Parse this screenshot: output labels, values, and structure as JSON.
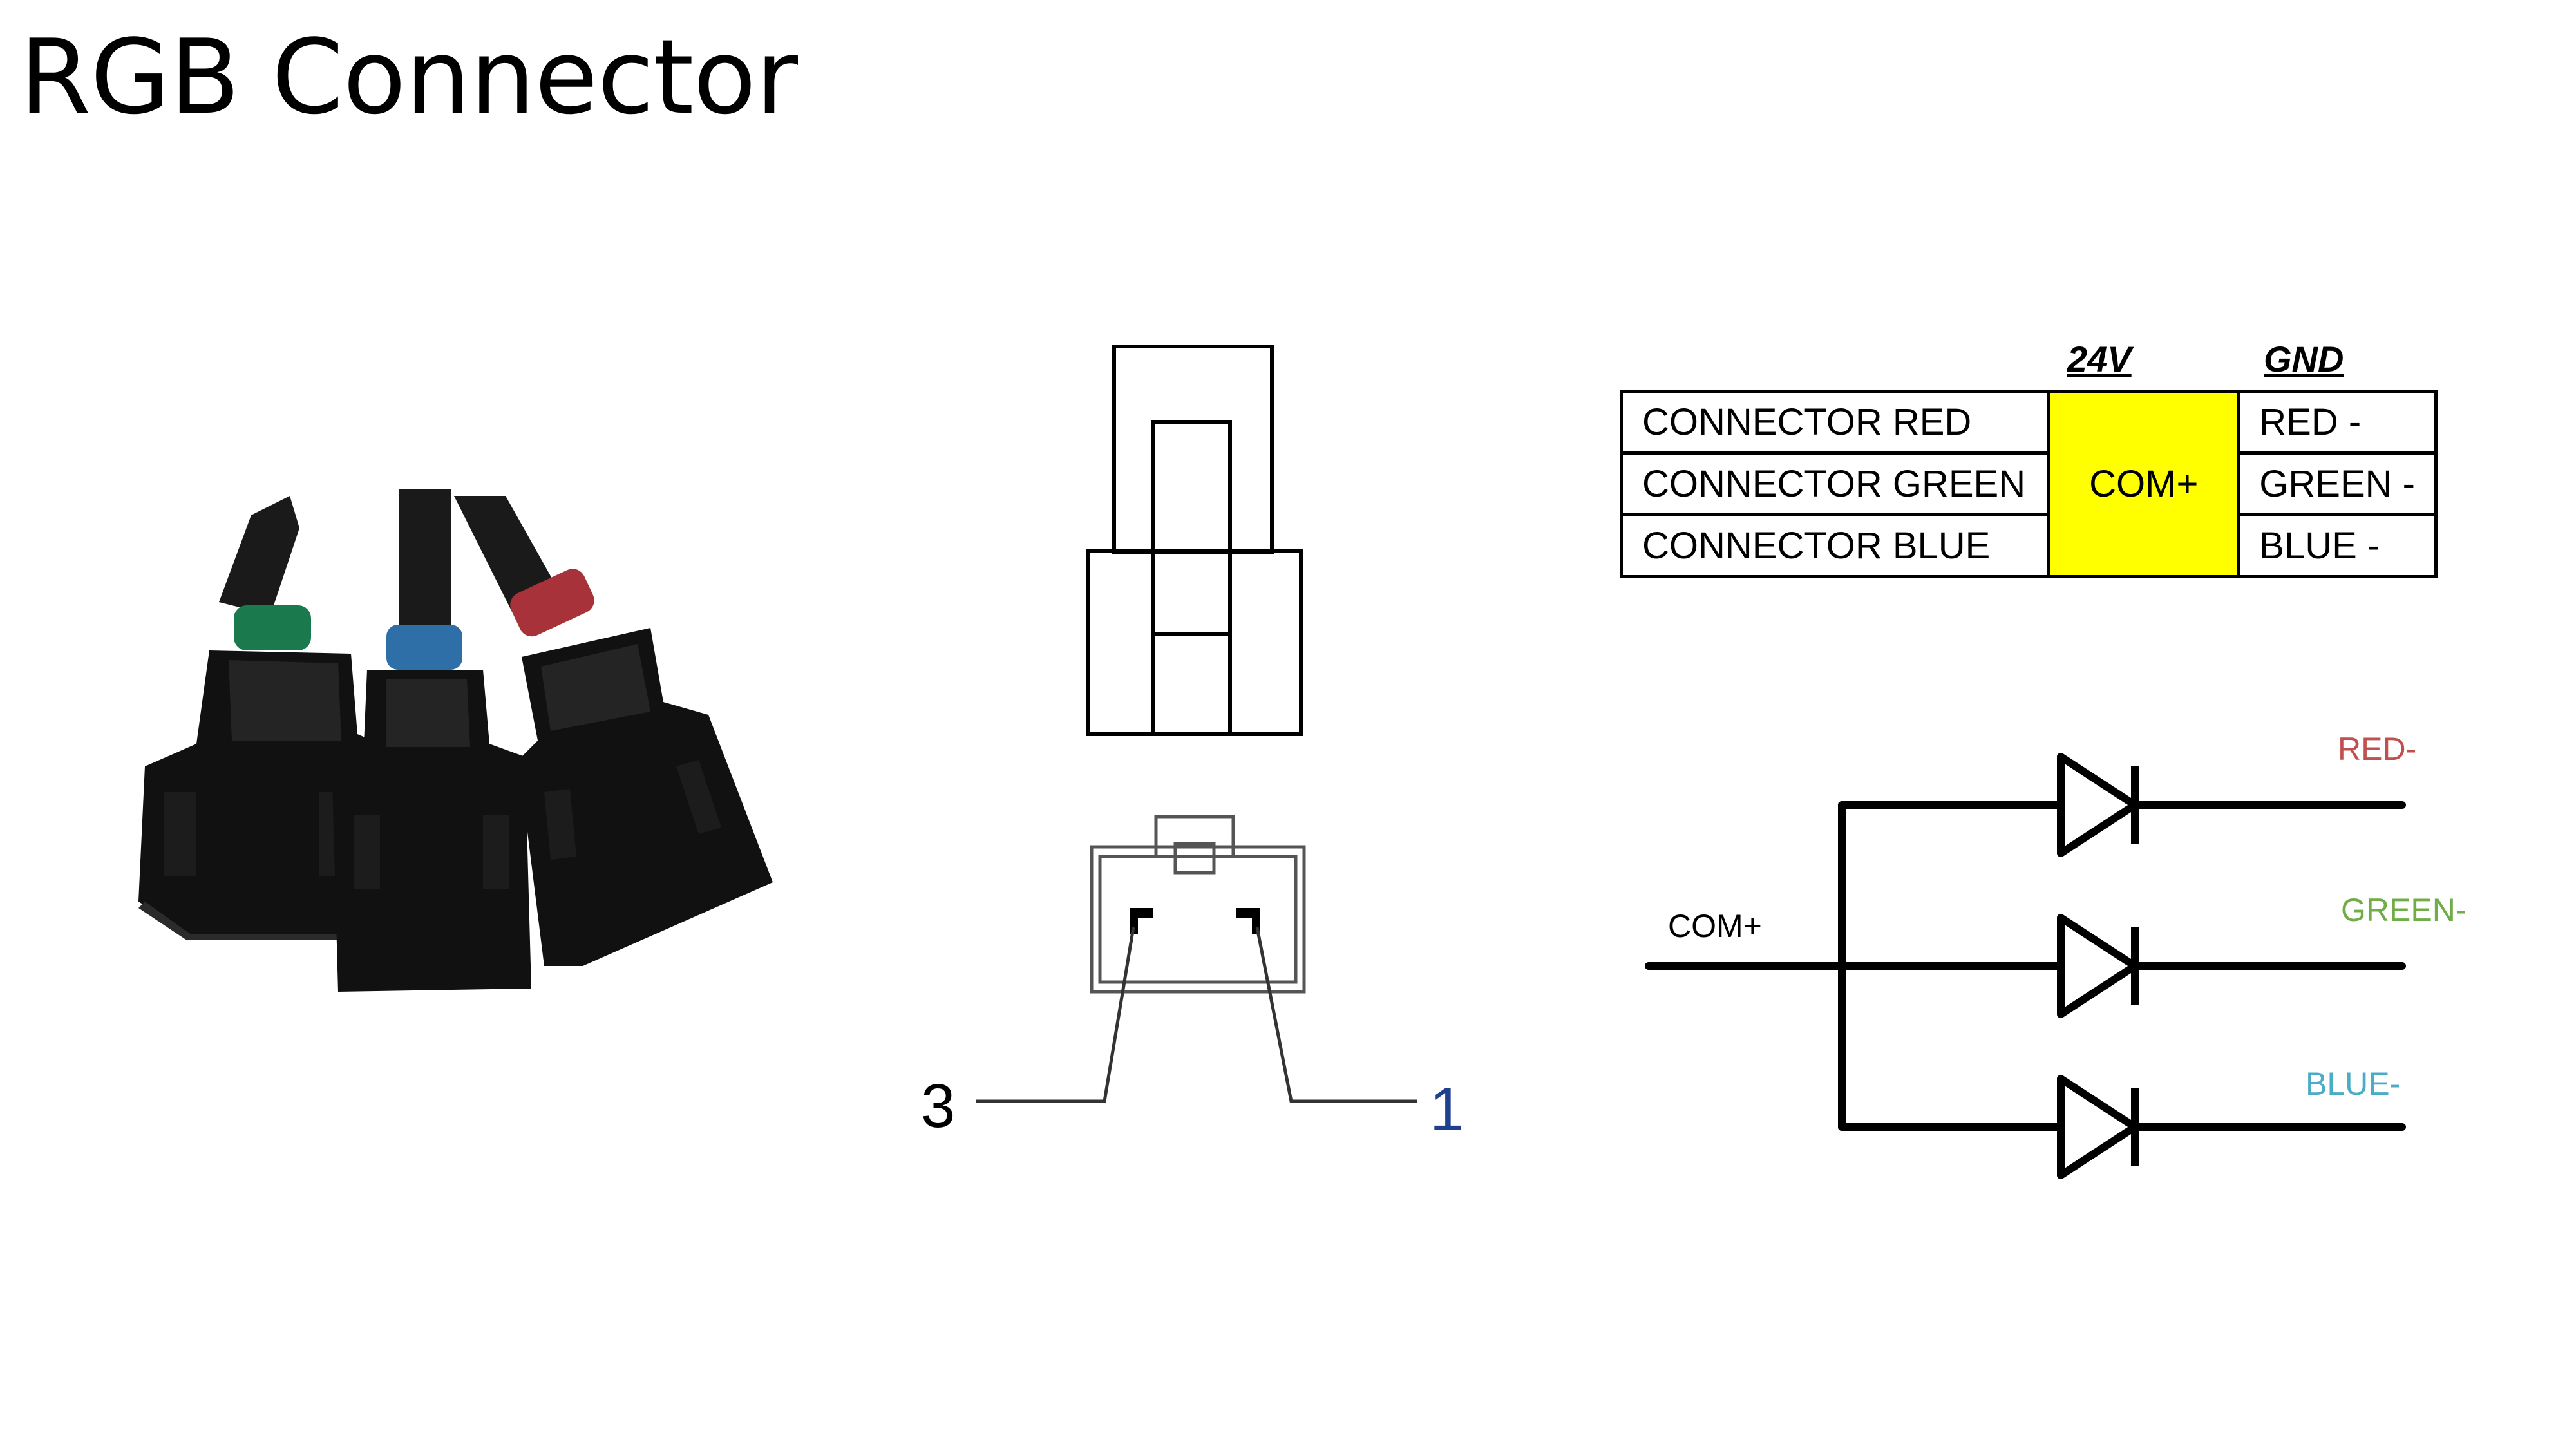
{
  "slide": {
    "title": "RGB Connector"
  },
  "pin_table": {
    "header_24v": "24V",
    "header_gnd": "GND",
    "common_label": "COM+",
    "rows": [
      {
        "connector": "CONNECTOR RED",
        "ground": "RED -"
      },
      {
        "connector": "CONNECTOR GREEN",
        "ground": "GREEN -"
      },
      {
        "connector": "CONNECTOR BLUE",
        "ground": "BLUE -"
      }
    ],
    "common_fill": "#ffff00"
  },
  "outline_drawing": {
    "pin_left": "3",
    "pin_right": "1"
  },
  "schematic": {
    "input_label": "COM+",
    "outputs": [
      {
        "label": "RED-",
        "color": "#c0504d"
      },
      {
        "label": "GREEN-",
        "color": "#70ad47"
      },
      {
        "label": "BLUE-",
        "color": "#4bacc6"
      }
    ]
  },
  "photo": {
    "cap_colors": {
      "left": "#1a7a4e",
      "middle": "#2f6fa8",
      "right": "#a8323a"
    },
    "housing_color": "#111111"
  }
}
